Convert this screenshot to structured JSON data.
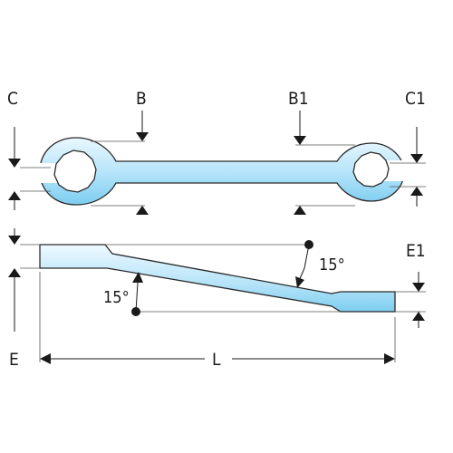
{
  "labels": {
    "c": "C",
    "b": "B",
    "b1": "B1",
    "c1": "C1",
    "e": "E",
    "e1": "E1",
    "l": "L",
    "angle_upper": "15°",
    "angle_lower": "15°"
  },
  "colors": {
    "wrench_fill_light": "#e6f6ff",
    "wrench_fill_mid": "#b9e6fb",
    "wrench_fill_dark": "#6fc9f0",
    "outline": "#2a2a2a",
    "line": "#1a1a1a"
  }
}
